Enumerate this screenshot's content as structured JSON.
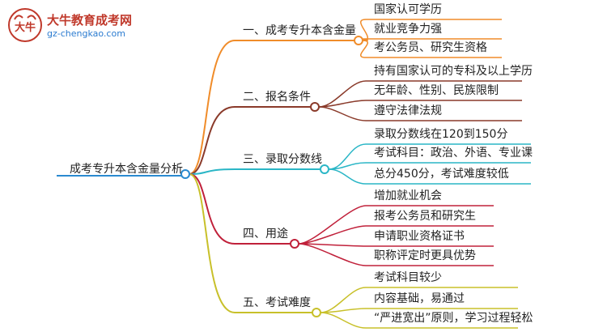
{
  "logo": {
    "brand": "大牛教育成考网",
    "domain": "gz-chengkao.com",
    "mark": "大牛"
  },
  "root": {
    "label": "成考专升本含金量分析",
    "color": "#2a8ad0"
  },
  "branches": [
    {
      "label": "一、成考专升本含金量",
      "color": "#f08c2a",
      "children": [
        "国家认可学历",
        "就业竞争力强",
        "考公务员、研究生资格"
      ]
    },
    {
      "label": "二、报名条件",
      "color": "#8a3a2a",
      "children": [
        "持有国家认可的专科及以上学历",
        "无年龄、性别、民族限制",
        "遵守法律法规"
      ]
    },
    {
      "label": "三、录取分数线",
      "color": "#2ab6c6",
      "children": [
        "录取分数线在120到150分",
        "考试科目：政治、外语、专业课",
        "总分450分，考试难度较低"
      ]
    },
    {
      "label": "四、用途",
      "color": "#c0203a",
      "children": [
        "增加就业机会",
        "报考公务员和研究生",
        "申请职业资格证书",
        "职称评定时更具优势"
      ]
    },
    {
      "label": "五、考试难度",
      "color": "#c8c02a",
      "children": [
        "考试科目较少",
        "内容基础，易通过",
        "“严进宽出”原则，学习过程轻松"
      ]
    }
  ],
  "leaf_colors": [
    "#e06aa0",
    "#7a5ac8",
    "#2a8ad0",
    "#d06a2a",
    "#a0a040"
  ]
}
